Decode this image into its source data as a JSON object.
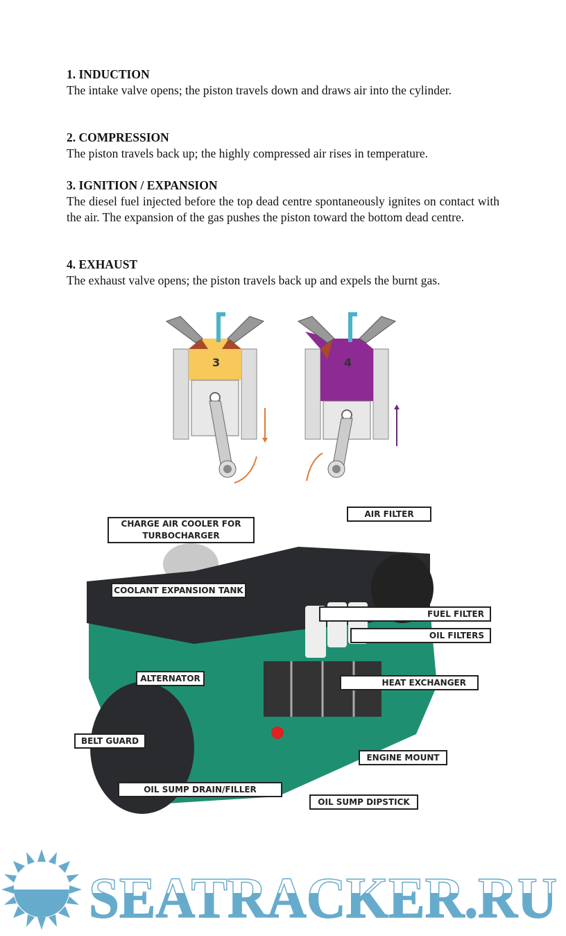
{
  "sections": [
    {
      "heading": "1. INDUCTION",
      "body": "The intake valve opens; the piston travels down and draws air into the cylinder."
    },
    {
      "heading": "2. COMPRESSION",
      "body": "The piston travels back up; the highly compressed air rises in temperature."
    },
    {
      "heading": "3. IGNITION / EXPANSION",
      "body": "The diesel fuel injected before the top dead centre spontaneously ignites on contact with the air. The expansion of the gas pushes the piston toward the bottom dead centre."
    },
    {
      "heading": "4. EXHAUST",
      "body": "The exhaust valve opens; the piston travels back up and expels the burnt gas."
    }
  ],
  "piston_diagram": {
    "stroke_3": "3",
    "stroke_4": "4",
    "colors": {
      "expansion": "#f7c85a",
      "exhaust": "#8e2a93",
      "arrow_down": "#e07a3a",
      "arrow_up": "#6a2a7a",
      "injector": "#4ab3c7"
    }
  },
  "engine_labels": {
    "air_filter": "AIR FILTER",
    "charge_air_cooler_1": "CHARGE AIR COOLER FOR",
    "charge_air_cooler_2": "TURBOCHARGER",
    "coolant_tank": "COOLANT EXPANSION TANK",
    "fuel_filter": "FUEL FILTER",
    "oil_filters": "OIL FILTERS",
    "alternator": "ALTERNATOR",
    "heat_exchanger": "HEAT EXCHANGER",
    "belt_guard": "BELT GUARD",
    "engine_mount": "ENGINE MOUNT",
    "oil_sump_drain": "OIL SUMP DRAIN/FILLER",
    "oil_sump_dipstick": "OIL SUMP DIPSTICK"
  },
  "engine_colors": {
    "green": "#1f8f72",
    "black": "#2a2b2e"
  },
  "watermark": {
    "text": "SEATRACKER.RU",
    "color": "#67abcc"
  }
}
